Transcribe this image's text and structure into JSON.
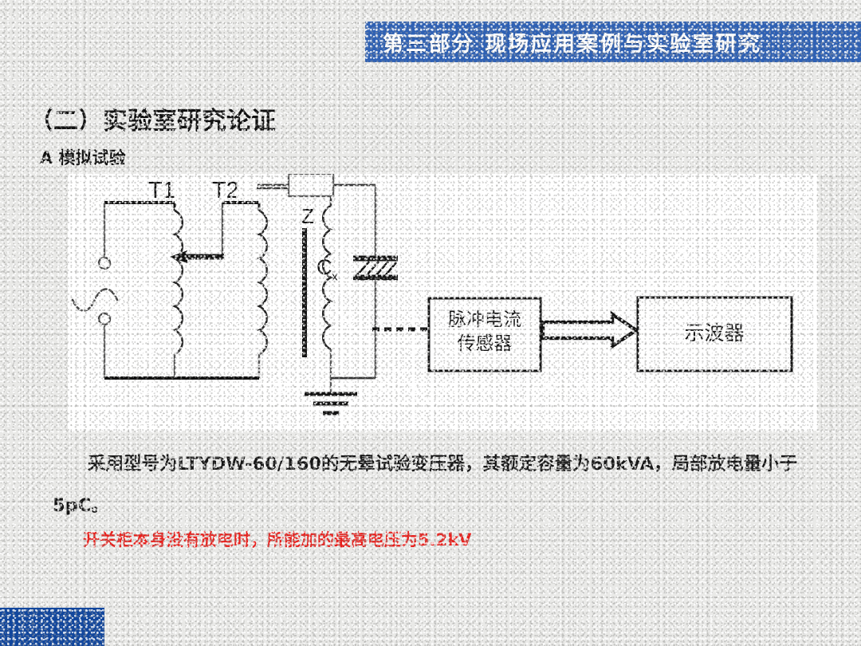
{
  "header": {
    "banner_title": "第三部分  现场应用案例与实验室研究",
    "banner_color": "#2f61b4"
  },
  "content": {
    "section_title": "（二）实验室研究论证",
    "subsection_title": "A 模拟试验",
    "body_paragraph": "采用型号为LTYDW-60/160的无晕试验变压器，其额定容量为60kVA，局部放电量小于5pC。",
    "red_note": "开关柜本身没有放电时，所能加的最高电压为5.2kV",
    "red_note_color": "#e8201c"
  },
  "diagram": {
    "labels": {
      "t1": "T1",
      "t2": "T2",
      "impedance": "Z",
      "capacitor": "C",
      "capacitor_subscript": "x"
    },
    "boxes": {
      "sensor_line1": "脉冲电流",
      "sensor_line2": "传感器",
      "oscilloscope": "示波器"
    }
  },
  "footer": {
    "block_color": "#12479d"
  }
}
